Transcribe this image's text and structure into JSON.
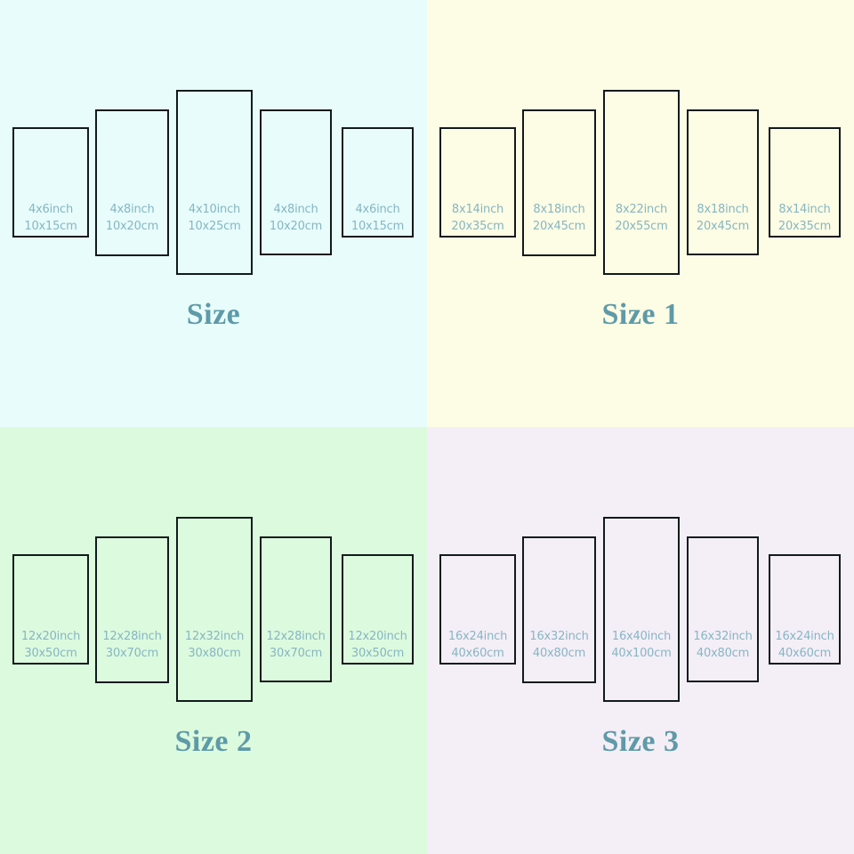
{
  "colors": {
    "panel_border": "#121a1c",
    "label_text": "#86b6c3",
    "title_text": "#5e9aa8",
    "bg_size": "#e7fcfb",
    "bg_size_1": "#fdfce4",
    "bg_size_2": "#dcfade",
    "bg_size_3": "#f4eef7"
  },
  "quadrants": [
    {
      "id": "size",
      "title": "Size",
      "background": "#e7fcfb",
      "panels": [
        {
          "inch": "4x6inch",
          "cm": "10x15cm"
        },
        {
          "inch": "4x8inch",
          "cm": "10x20cm"
        },
        {
          "inch": "4x10inch",
          "cm": "10x25cm"
        },
        {
          "inch": "4x8inch",
          "cm": "10x20cm"
        },
        {
          "inch": "4x6inch",
          "cm": "10x15cm"
        }
      ]
    },
    {
      "id": "size-1",
      "title": "Size 1",
      "background": "#fdfce4",
      "panels": [
        {
          "inch": "8x14inch",
          "cm": "20x35cm"
        },
        {
          "inch": "8x18inch",
          "cm": "20x45cm"
        },
        {
          "inch": "8x22inch",
          "cm": "20x55cm"
        },
        {
          "inch": "8x18inch",
          "cm": "20x45cm"
        },
        {
          "inch": "8x14inch",
          "cm": "20x35cm"
        }
      ]
    },
    {
      "id": "size-2",
      "title": "Size 2",
      "background": "#dcfade",
      "panels": [
        {
          "inch": "12x20inch",
          "cm": "30x50cm"
        },
        {
          "inch": "12x28inch",
          "cm": "30x70cm"
        },
        {
          "inch": "12x32inch",
          "cm": "30x80cm"
        },
        {
          "inch": "12x28inch",
          "cm": "30x70cm"
        },
        {
          "inch": "12x20inch",
          "cm": "30x50cm"
        }
      ]
    },
    {
      "id": "size-3",
      "title": "Size 3",
      "background": "#f4eef7",
      "panels": [
        {
          "inch": "16x24inch",
          "cm": "40x60cm"
        },
        {
          "inch": "16x32inch",
          "cm": "40x80cm"
        },
        {
          "inch": "16x40inch",
          "cm": "40x100cm"
        },
        {
          "inch": "16x32inch",
          "cm": "40x80cm"
        },
        {
          "inch": "16x24inch",
          "cm": "40x60cm"
        }
      ]
    }
  ]
}
